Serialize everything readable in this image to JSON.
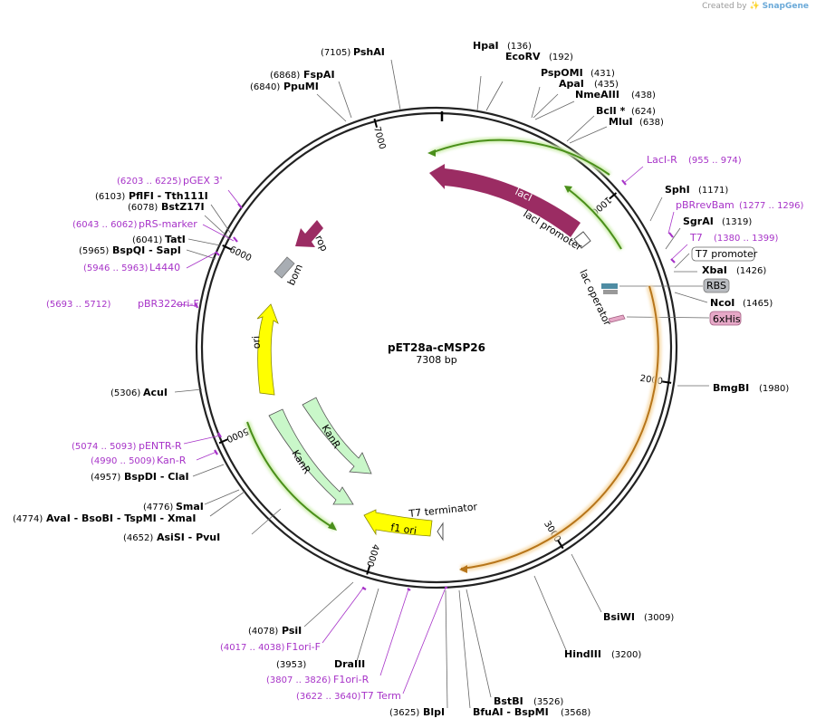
{
  "watermark": {
    "prefix": "Created by",
    "brand": "SnapGene"
  },
  "plasmid": {
    "name": "pET28a-cMSP26",
    "length_label": "7308 bp",
    "length": 7308
  },
  "ticks": [
    "1000",
    "2000",
    "3000",
    "4000",
    "5000",
    "6000",
    "7000"
  ],
  "sites": [
    {
      "name": "HpaI",
      "pos": "(136)"
    },
    {
      "name": "EcoRV",
      "pos": "(192)"
    },
    {
      "name": "PspOMI",
      "pos": "(431)"
    },
    {
      "name": "ApaI",
      "pos": "(435)"
    },
    {
      "name": "NmeAIII",
      "pos": "(438)"
    },
    {
      "name": "BclI *",
      "pos": "(624)"
    },
    {
      "name": "MluI",
      "pos": "(638)"
    },
    {
      "name": "SphI",
      "pos": "(1171)"
    },
    {
      "name": "SgrAI",
      "pos": "(1319)"
    },
    {
      "name": "XbaI",
      "pos": "(1426)"
    },
    {
      "name": "NcoI",
      "pos": "(1465)"
    },
    {
      "name": "BmgBI",
      "pos": "(1980)"
    },
    {
      "name": "BsiWI",
      "pos": "(3009)"
    },
    {
      "name": "HindIII",
      "pos": "(3200)"
    },
    {
      "name": "BstBI",
      "pos": "(3526)"
    },
    {
      "name": "BfuAI  -  BspMI",
      "pos": "(3568)"
    },
    {
      "name": "BlpI",
      "pos": "(3625)"
    },
    {
      "name": "DraIII",
      "pos": "(3953)"
    },
    {
      "name": "PsiI",
      "pos": "(4078)"
    },
    {
      "name": "AsiSI  -  PvuI",
      "pos": "(4652)"
    },
    {
      "name": "AvaI  -  BsoBI  -  TspMI  -  XmaI",
      "pos": "(4774)"
    },
    {
      "name": "SmaI",
      "pos": "(4776)"
    },
    {
      "name": "BspDI  -  ClaI",
      "pos": "(4957)"
    },
    {
      "name": "AcuI",
      "pos": "(5306)"
    },
    {
      "name": "BspQI  -  SapI",
      "pos": "(5965)"
    },
    {
      "name": "TatI",
      "pos": "(6041)"
    },
    {
      "name": "BstZ17I",
      "pos": "(6078)"
    },
    {
      "name": "PflFI  -  Tth111I",
      "pos": "(6103)"
    },
    {
      "name": "PpuMI",
      "pos": "(6840)"
    },
    {
      "name": "FspAI",
      "pos": "(6868)"
    },
    {
      "name": "PshAI",
      "pos": "(7105)"
    }
  ],
  "primers": [
    {
      "name": "LacI-R",
      "pos": "(955 .. 974)"
    },
    {
      "name": "pBRrevBam",
      "pos": "(1277 .. 1296)"
    },
    {
      "name": "T7",
      "pos": "(1380 .. 1399)"
    },
    {
      "name": "pGEX 3'",
      "pos": "(6203 .. 6225)"
    },
    {
      "name": "pRS-marker",
      "pos": "(6043 .. 6062)"
    },
    {
      "name": "L4440",
      "pos": "(5946 .. 5963)"
    },
    {
      "name": "pBR322ori-F",
      "pos": "(5693 .. 5712)"
    },
    {
      "name": "pENTR-R",
      "pos": "(5074 .. 5093)"
    },
    {
      "name": "Kan-R",
      "pos": "(4990 .. 5009)"
    },
    {
      "name": "F1ori-F",
      "pos": "(4017 .. 4038)"
    },
    {
      "name": "F1ori-R",
      "pos": "(3807 .. 3826)"
    },
    {
      "name": "T7 Term",
      "pos": "(3622 .. 3640)"
    }
  ],
  "boxed_features": [
    {
      "name": "T7 promoter"
    },
    {
      "name": "RBS"
    },
    {
      "name": "6xHis"
    }
  ],
  "features": {
    "lacI": "lacI",
    "lacI_promoter": "lacI promoter",
    "lac_operator": "lac operator",
    "rop": "rop",
    "bom": "bom",
    "ori": "ori",
    "kanr_outer": "KanR",
    "kanr_inner": "KanR",
    "f1_ori": "f1 ori",
    "t7_terminator": "T7 terminator"
  },
  "colors": {
    "backbone": "#222222",
    "lacI": "#9b2c63",
    "rop": "#9b2c63",
    "bom": "#a8adb3",
    "ori": "#ffff00",
    "kanr": "#c9f7c9",
    "primer": "#a733c8",
    "green_arrow": "#4a8f1a",
    "orange_arrow": "#d68a1e",
    "his": "#e6a8c7",
    "rbs": "#b9bcc0"
  }
}
